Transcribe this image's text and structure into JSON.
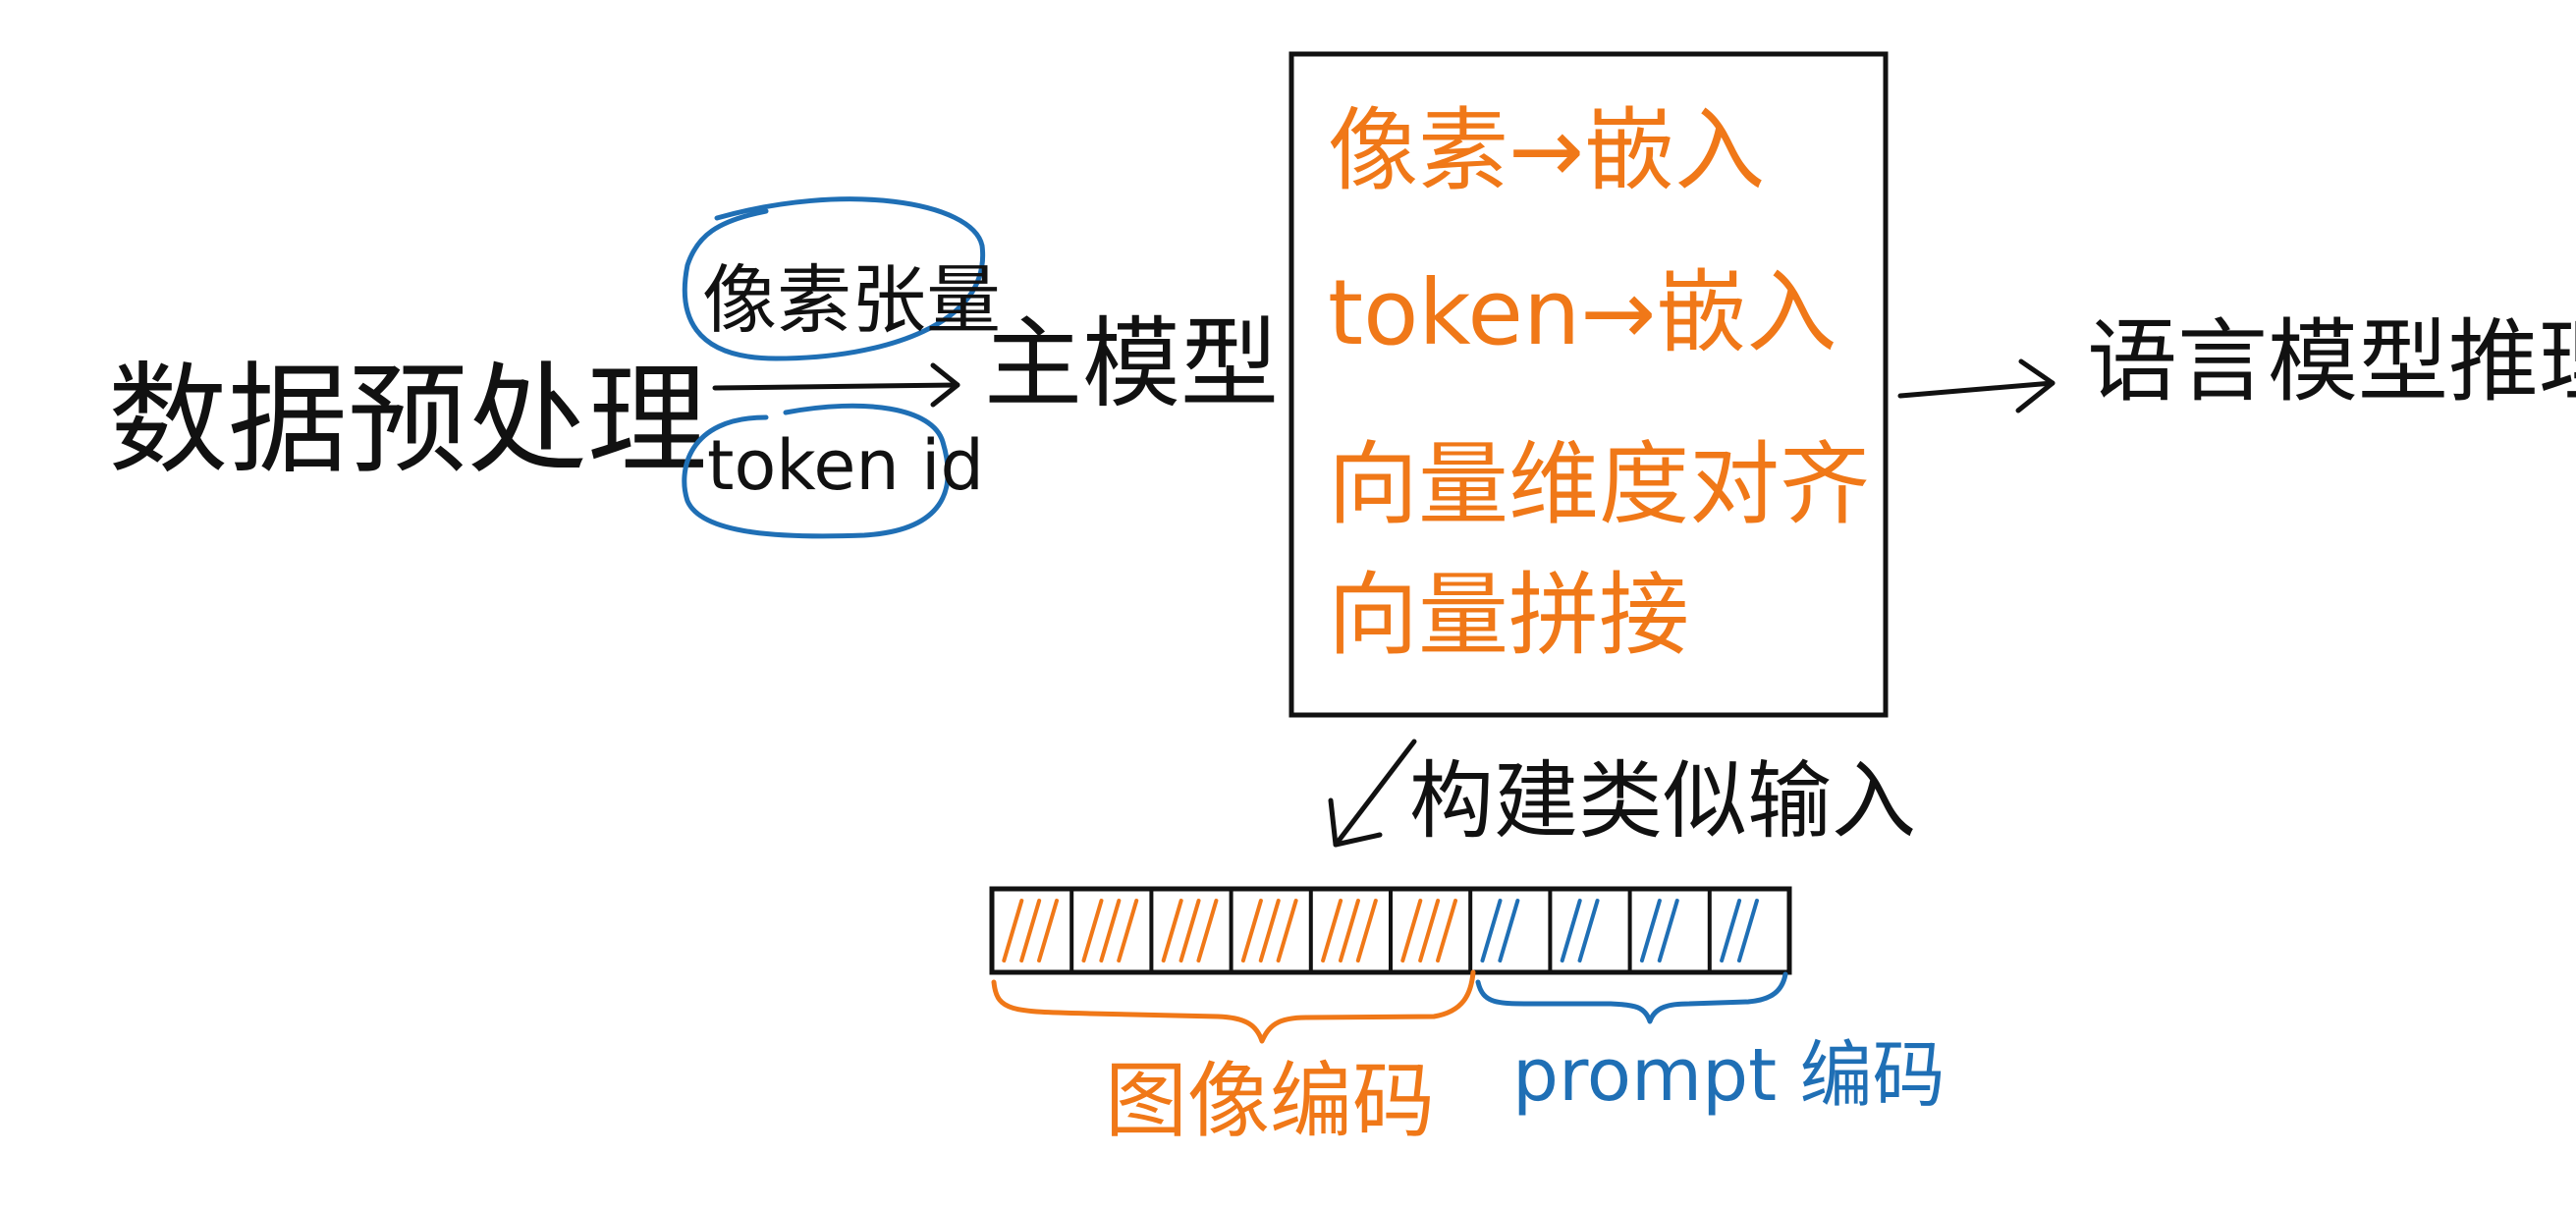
{
  "diagram": {
    "preprocess_label": "数据预处理",
    "pixel_tensor_label": "像素张量",
    "token_id_label": "token id",
    "main_model_label": "主模型",
    "box_lines": [
      "像素→嵌入",
      "token→嵌入",
      "向量维度对齐",
      "向量拼接"
    ],
    "lm_label": "语言模型推理",
    "construct_label": "构建类似输入",
    "image_enc_label": "图像编码",
    "prompt_enc_label": "prompt 编码",
    "sequence": {
      "image_cells": 6,
      "prompt_cells": 4
    }
  },
  "colors": {
    "ink": "#111111",
    "orange": "#f07818",
    "blue": "#1f6fb5"
  }
}
